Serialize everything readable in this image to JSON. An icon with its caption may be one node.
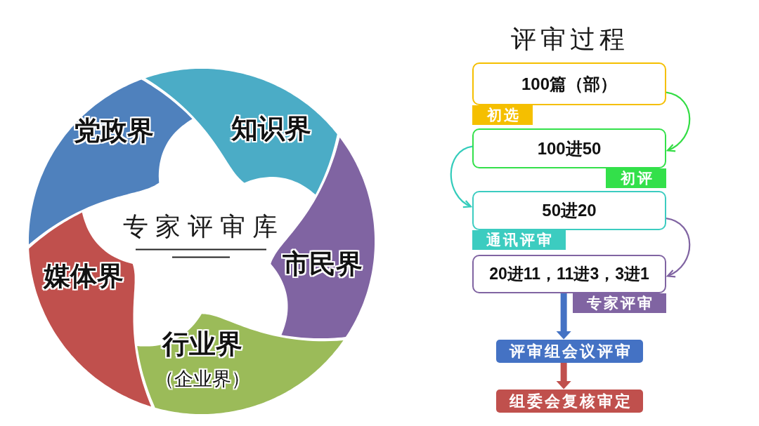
{
  "diagram": {
    "nodes": [
      {
        "text": [
          "党政界"
        ]
      },
      {
        "text": [
          "知识界"
        ]
      },
      {
        "text": [
          "市民界"
        ]
      },
      {
        "text": [
          "行业界",
          "（企业界）"
        ]
      },
      {
        "text": [
          "媒体界"
        ]
      },
      {
        "text": [
          "100篇（部）"
        ]
      },
      {
        "text": [
          "初选"
        ]
      },
      {
        "text": [
          "100进50"
        ]
      },
      {
        "text": [
          "初评"
        ]
      },
      {
        "text": [
          "50进20"
        ]
      },
      {
        "text": [
          "通讯评审"
        ]
      },
      {
        "text": [
          "20进11，11进3，3进1"
        ]
      },
      {
        "text": [
          "专家评审"
        ]
      },
      {
        "text": [
          "评审组会议评审"
        ]
      },
      {
        "text": [
          "组委会复核审定"
        ]
      }
    ],
    "edges": [
      {
        "from": 5,
        "to": 7,
        "arrow": "to",
        "color": "#33dd44"
      },
      {
        "from": 7,
        "to": 9,
        "arrow": "to",
        "color": "#33ccbb"
      },
      {
        "from": 9,
        "to": 11,
        "arrow": "to",
        "color": "#8064a2"
      },
      {
        "from": 11,
        "to": 13,
        "arrow": "to",
        "style": "thick",
        "color": "#4472c4"
      },
      {
        "from": 13,
        "to": 14,
        "arrow": "to",
        "style": "thick",
        "color": "#c0504d"
      }
    ],
    "labels": [
      "评审过程",
      "专家评审库"
    ]
  }
}
